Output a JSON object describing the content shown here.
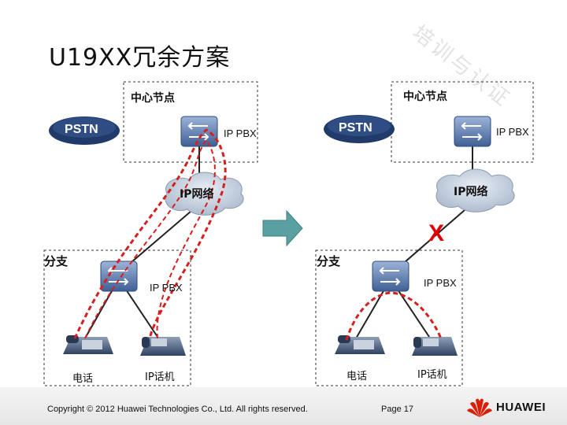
{
  "slide": {
    "title": "U19XX冗余方案",
    "watermark": "培训与认证"
  },
  "labels": {
    "center_node_left": "中心节点",
    "center_node_right": "中心节点",
    "pstn_left": "PSTN",
    "pstn_right": "PSTN",
    "ip_pbx_center_left": "IP PBX",
    "ip_pbx_center_right": "IP PBX",
    "ip_network_left": "IP网络",
    "ip_network_right": "IP网络",
    "branch_left": "分支",
    "branch_right": "分支",
    "ip_pbx_branch_left": "IP PBX",
    "ip_pbx_branch_right": "IP PBX",
    "phone_left": "电话",
    "ip_phone_left": "IP话机",
    "phone_right": "电话",
    "ip_phone_right": "IP话机",
    "failure_mark": "X"
  },
  "footer": {
    "copyright": "Copyright © 2012 Huawei Technologies Co., Ltd. All rights reserved.",
    "page": "Page 17",
    "brand": "HUAWEI"
  },
  "colors": {
    "path_red": "#d62020",
    "cloud_fill": "#bcc8d6",
    "pstn_fill": "#203a6a",
    "router_fill": "#5a7bb0",
    "arrow_fill": "#5aa0a0",
    "brand_red": "#d81e06"
  }
}
